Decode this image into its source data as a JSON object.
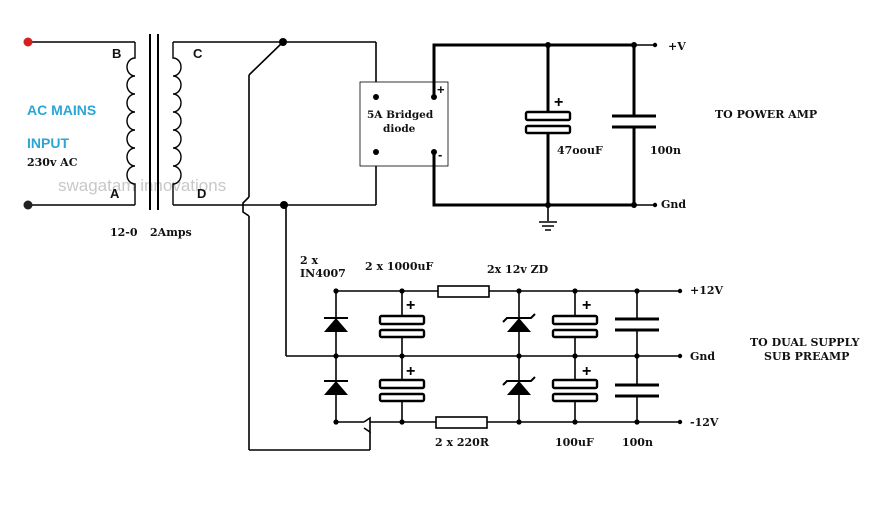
{
  "labels": {
    "input_line1": "AC MAINS",
    "input_line2": "INPUT",
    "input_voltage": "230v AC",
    "terminal_b": "B",
    "terminal_a": "A",
    "terminal_c": "C",
    "terminal_d": "D",
    "transformer_rating_a": "12-0",
    "transformer_rating_b": "2Amps",
    "bridge_line1": "5A Bridged",
    "bridge_line2": "diode",
    "bridge_plus": "+",
    "bridge_minus": "-",
    "main_cap": "47oouF",
    "main_cap_small": "100n",
    "plus_v": "+V",
    "gnd_top": "Gnd",
    "to_power_amp": "TO POWER AMP",
    "diodes_line1": "2 x",
    "diodes_line2": "IN4007",
    "caps_1000": "2 x 1000uF",
    "zeners": "2x 12v ZD",
    "plus_12": "+12V",
    "gnd_mid": "Gnd",
    "minus_12": "-12V",
    "dual_line1": "TO DUAL SUPPLY",
    "dual_line2": "SUB PREAMP",
    "resistors": "2 x 220R",
    "caps_100uf": "100uF",
    "caps_100n": "100n",
    "cap_plus": "+",
    "watermark": "swagatam innovations"
  },
  "colors": {
    "wire": "#000000",
    "input_dot": "#d62020",
    "input_text": "#2aa6d6",
    "watermark": "#c8c8c8"
  }
}
